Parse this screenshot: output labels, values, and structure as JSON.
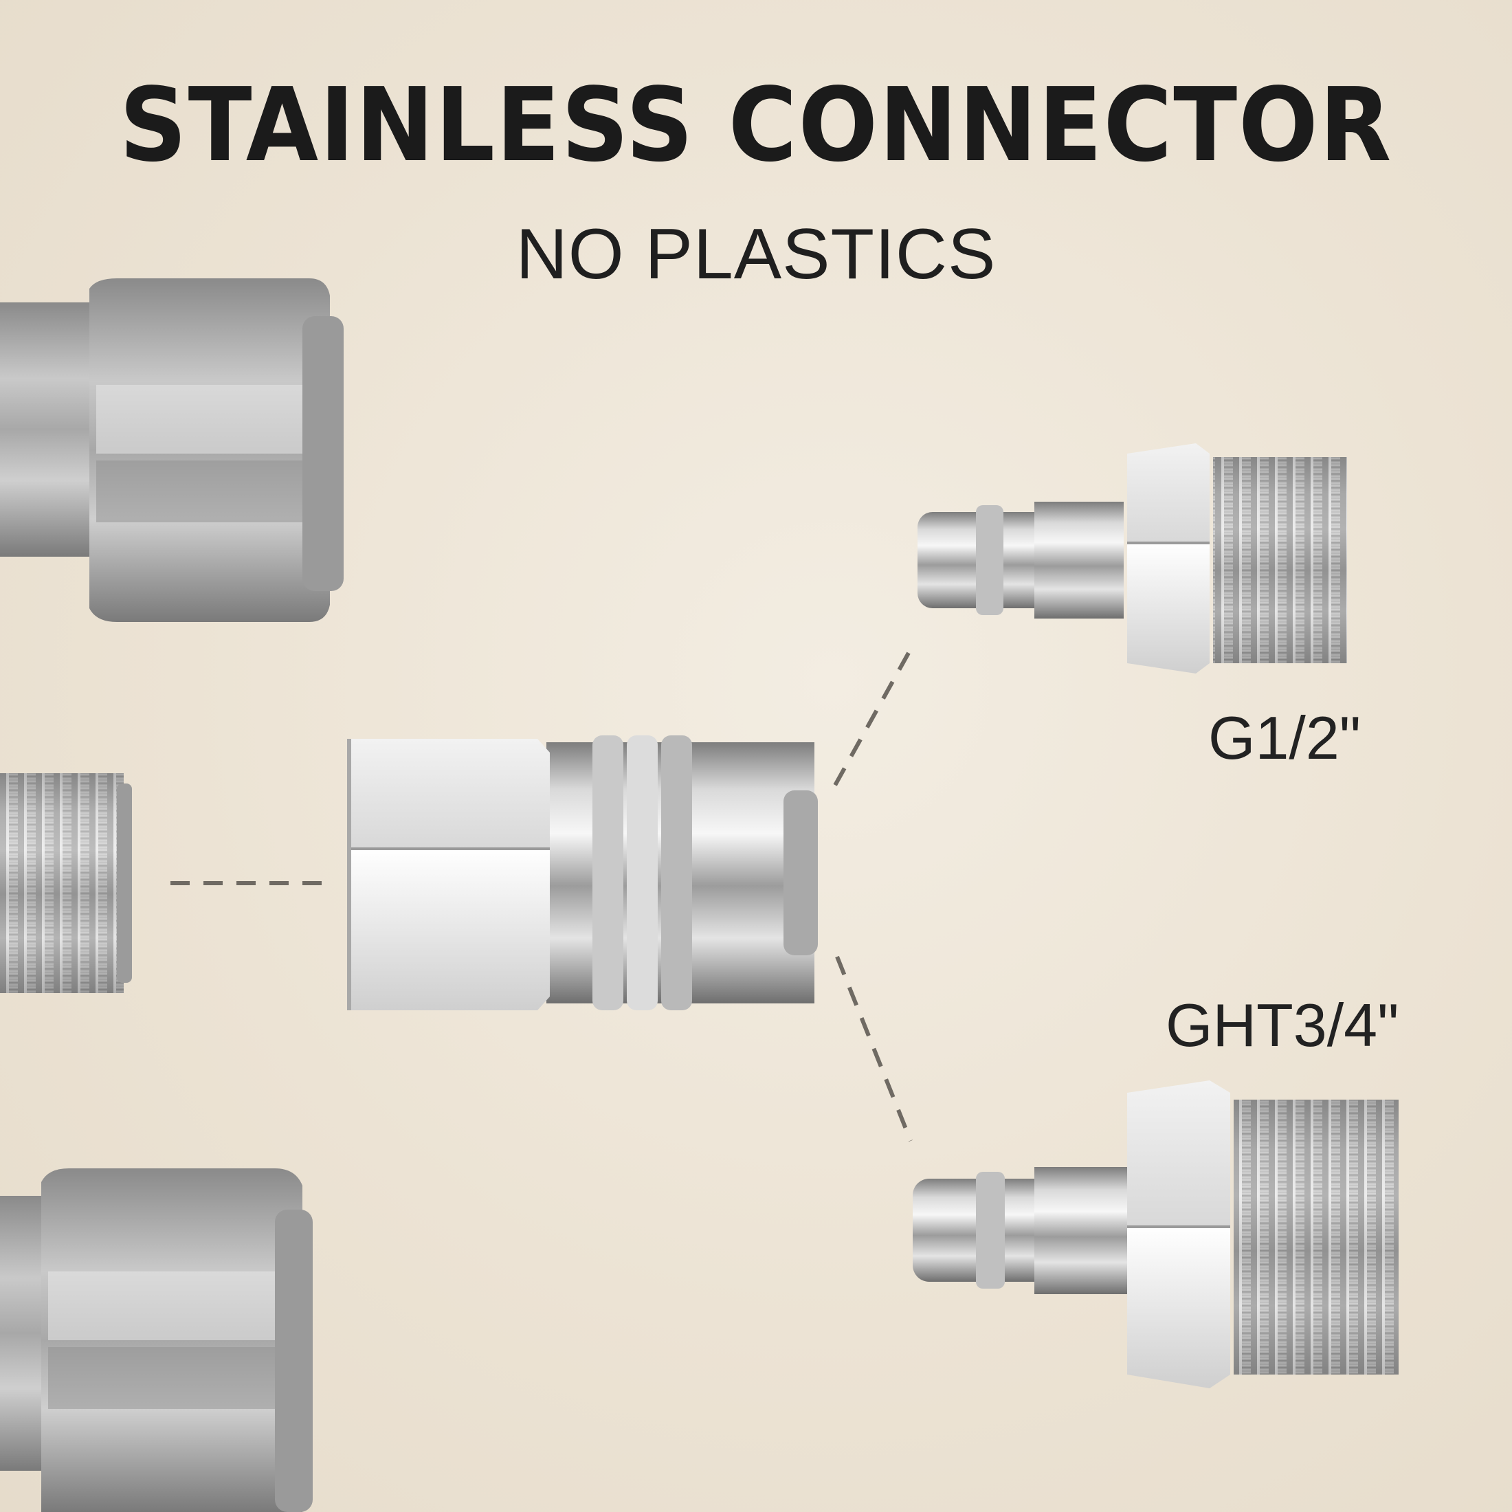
{
  "headline": "STAINLESS CONNECTOR",
  "subheadline": "NO PLASTICS",
  "labels": {
    "upper_plug": "G1/2\"",
    "lower_plug": "GHT3/4\""
  },
  "colors": {
    "background": "#ece3d4",
    "text": "#1b1b1b",
    "metal": "#b8b8b8",
    "dashed_line": "#6f6a63"
  }
}
